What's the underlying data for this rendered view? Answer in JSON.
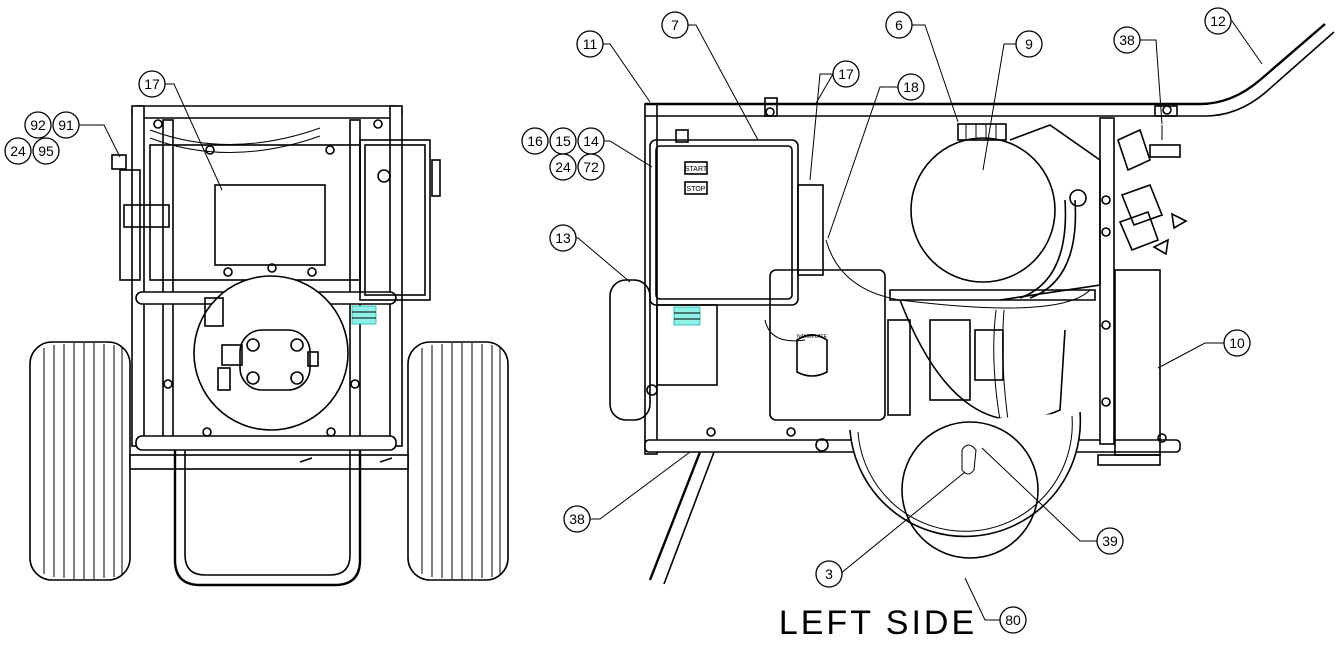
{
  "view_label": "LEFT SIDE",
  "panel_labels": {
    "start": "START",
    "stop": "STOP",
    "nameplate": "NAMEPLATE"
  },
  "callouts": [
    {
      "id": "c92",
      "text": "92"
    },
    {
      "id": "c91",
      "text": "91"
    },
    {
      "id": "c24a",
      "text": "24"
    },
    {
      "id": "c95",
      "text": "95"
    },
    {
      "id": "c17a",
      "text": "17"
    },
    {
      "id": "c7",
      "text": "7"
    },
    {
      "id": "c11",
      "text": "11"
    },
    {
      "id": "c17b",
      "text": "17"
    },
    {
      "id": "c18",
      "text": "18"
    },
    {
      "id": "c6",
      "text": "6"
    },
    {
      "id": "c9",
      "text": "9"
    },
    {
      "id": "c38a",
      "text": "38"
    },
    {
      "id": "c12",
      "text": "12"
    },
    {
      "id": "c16",
      "text": "16"
    },
    {
      "id": "c15",
      "text": "15"
    },
    {
      "id": "c14",
      "text": "14"
    },
    {
      "id": "c24b",
      "text": "24"
    },
    {
      "id": "c72",
      "text": "72"
    },
    {
      "id": "c13",
      "text": "13"
    },
    {
      "id": "c10",
      "text": "10"
    },
    {
      "id": "c38b",
      "text": "38"
    },
    {
      "id": "c39",
      "text": "39"
    },
    {
      "id": "c3",
      "text": "3"
    },
    {
      "id": "c80",
      "text": "80"
    }
  ]
}
